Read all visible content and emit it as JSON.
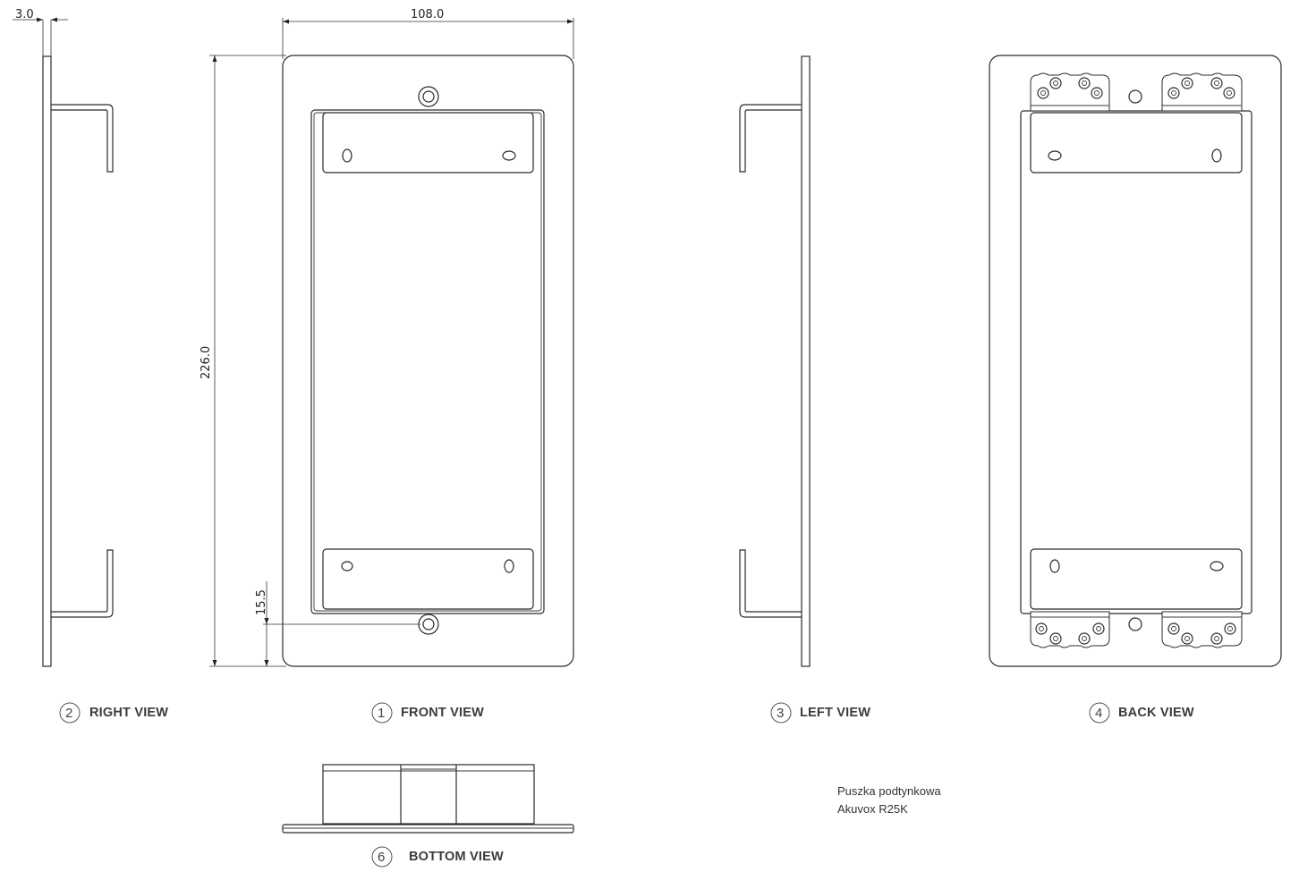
{
  "dimensions": {
    "thickness": "3.0",
    "width": "108.0",
    "height": "226.0",
    "offset": "15.5"
  },
  "views": {
    "right": {
      "number": "2",
      "label": "RIGHT VIEW"
    },
    "front": {
      "number": "1",
      "label": "FRONT VIEW"
    },
    "left": {
      "number": "3",
      "label": "LEFT VIEW"
    },
    "back": {
      "number": "4",
      "label": "BACK VIEW"
    },
    "bottom": {
      "number": "6",
      "label": "BOTTOM VIEW"
    }
  },
  "note": {
    "line1": "Puszka podtynkowa",
    "line2": "Akuvox R25K"
  }
}
